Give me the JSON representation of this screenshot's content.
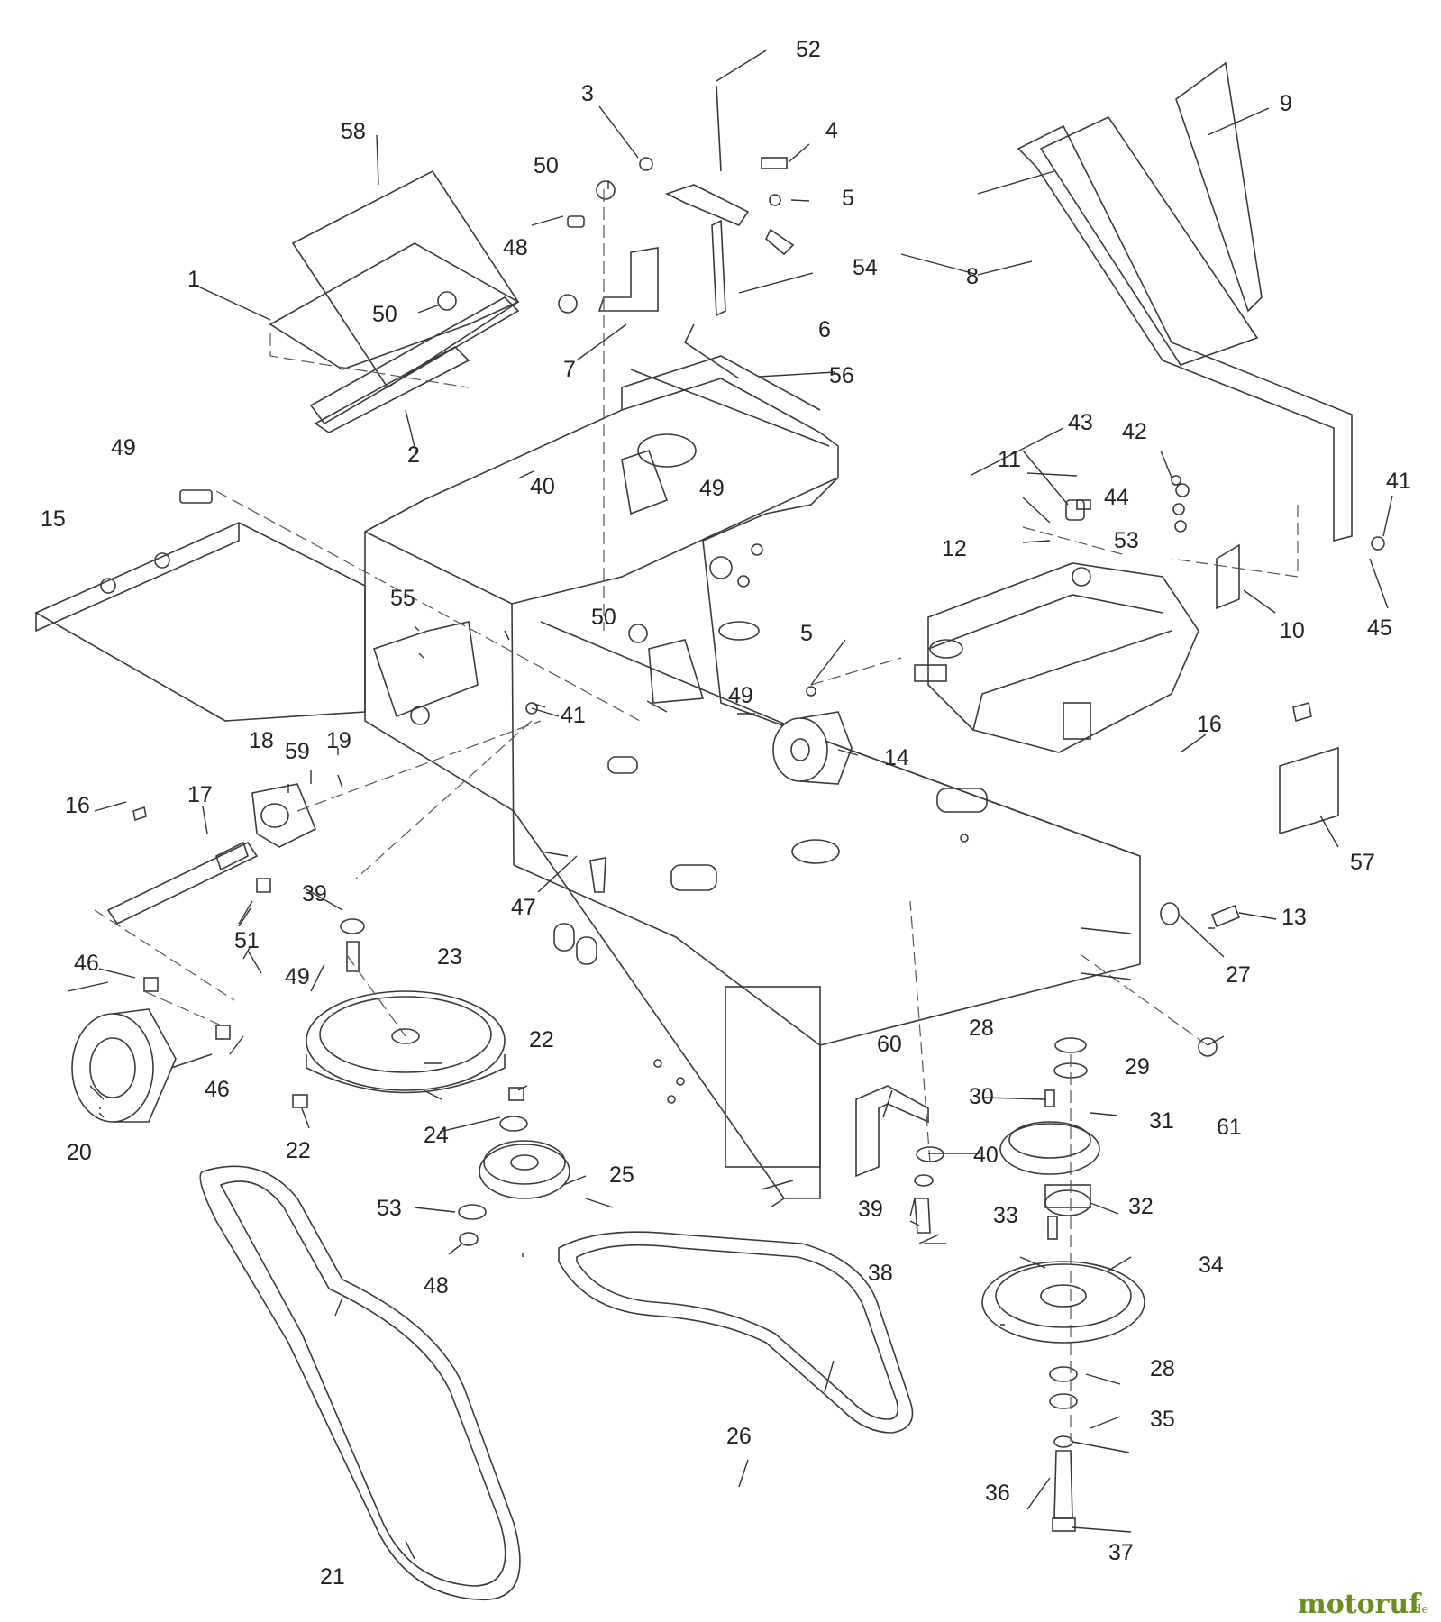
{
  "diagram": {
    "callouts": [
      {
        "id": "c1",
        "text": "1"
      },
      {
        "id": "c2",
        "text": "2"
      },
      {
        "id": "c3",
        "text": "3"
      },
      {
        "id": "c4",
        "text": "4"
      },
      {
        "id": "c5a",
        "text": "5"
      },
      {
        "id": "c5b",
        "text": "5"
      },
      {
        "id": "c6",
        "text": "6"
      },
      {
        "id": "c7",
        "text": "7"
      },
      {
        "id": "c8",
        "text": "8"
      },
      {
        "id": "c9",
        "text": "9"
      },
      {
        "id": "c10",
        "text": "10"
      },
      {
        "id": "c11",
        "text": "11"
      },
      {
        "id": "c12",
        "text": "12"
      },
      {
        "id": "c13",
        "text": "13"
      },
      {
        "id": "c14",
        "text": "14"
      },
      {
        "id": "c15",
        "text": "15"
      },
      {
        "id": "c16a",
        "text": "16"
      },
      {
        "id": "c16b",
        "text": "16"
      },
      {
        "id": "c17",
        "text": "17"
      },
      {
        "id": "c18",
        "text": "18"
      },
      {
        "id": "c19",
        "text": "19"
      },
      {
        "id": "c20",
        "text": "20"
      },
      {
        "id": "c21",
        "text": "21"
      },
      {
        "id": "c22a",
        "text": "22"
      },
      {
        "id": "c22b",
        "text": "22"
      },
      {
        "id": "c23",
        "text": "23"
      },
      {
        "id": "c24",
        "text": "24"
      },
      {
        "id": "c25",
        "text": "25"
      },
      {
        "id": "c26",
        "text": "26"
      },
      {
        "id": "c27",
        "text": "27"
      },
      {
        "id": "c28a",
        "text": "28"
      },
      {
        "id": "c28b",
        "text": "28"
      },
      {
        "id": "c29",
        "text": "29"
      },
      {
        "id": "c30",
        "text": "30"
      },
      {
        "id": "c31",
        "text": "31"
      },
      {
        "id": "c32",
        "text": "32"
      },
      {
        "id": "c33",
        "text": "33"
      },
      {
        "id": "c34",
        "text": "34"
      },
      {
        "id": "c35",
        "text": "35"
      },
      {
        "id": "c36",
        "text": "36"
      },
      {
        "id": "c37",
        "text": "37"
      },
      {
        "id": "c38",
        "text": "38"
      },
      {
        "id": "c39a",
        "text": "39"
      },
      {
        "id": "c39b",
        "text": "39"
      },
      {
        "id": "c40a",
        "text": "40"
      },
      {
        "id": "c40b",
        "text": "40"
      },
      {
        "id": "c41a",
        "text": "41"
      },
      {
        "id": "c41b",
        "text": "41"
      },
      {
        "id": "c42",
        "text": "42"
      },
      {
        "id": "c43",
        "text": "43"
      },
      {
        "id": "c44",
        "text": "44"
      },
      {
        "id": "c45",
        "text": "45"
      },
      {
        "id": "c46a",
        "text": "46"
      },
      {
        "id": "c46b",
        "text": "46"
      },
      {
        "id": "c47",
        "text": "47"
      },
      {
        "id": "c48a",
        "text": "48"
      },
      {
        "id": "c48b",
        "text": "48"
      },
      {
        "id": "c49a",
        "text": "49"
      },
      {
        "id": "c49b",
        "text": "49"
      },
      {
        "id": "c49c",
        "text": "49"
      },
      {
        "id": "c49d",
        "text": "49"
      },
      {
        "id": "c50a",
        "text": "50"
      },
      {
        "id": "c50b",
        "text": "50"
      },
      {
        "id": "c50c",
        "text": "50"
      },
      {
        "id": "c51",
        "text": "51"
      },
      {
        "id": "c52",
        "text": "52"
      },
      {
        "id": "c53a",
        "text": "53"
      },
      {
        "id": "c53b",
        "text": "53"
      },
      {
        "id": "c54",
        "text": "54"
      },
      {
        "id": "c55",
        "text": "55"
      },
      {
        "id": "c56",
        "text": "56"
      },
      {
        "id": "c57",
        "text": "57"
      },
      {
        "id": "c58",
        "text": "58"
      },
      {
        "id": "c59",
        "text": "59"
      },
      {
        "id": "c60",
        "text": "60"
      },
      {
        "id": "c61",
        "text": "61"
      }
    ]
  },
  "watermark": {
    "brand": "motoruf",
    "tld": ".de",
    "color": "#6b8e23"
  }
}
